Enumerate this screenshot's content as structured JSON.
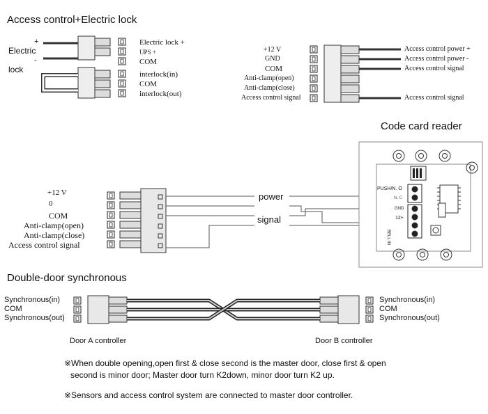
{
  "section1": {
    "title": "Access control+Electric lock",
    "electric_label": "Electric",
    "lock_label": "lock",
    "plus": "+",
    "minus": "-",
    "left_pins": [
      "Electric lock +",
      "UPS +",
      "COM",
      "interlock(in)",
      "COM",
      "interlock(out)"
    ],
    "right_left_pins": [
      "+12  V",
      "GND",
      "COM",
      "Anti-clamp(open)",
      "Anti-clamp(close)",
      "Access control signal"
    ],
    "right_wires": [
      "Access control power  +",
      "Access control power  -",
      "Access control signal",
      "Access control signal"
    ]
  },
  "section2": {
    "title": "Code card reader",
    "pins": [
      "+12  V",
      "0",
      "COM",
      "Anti-clamp(open)",
      "Anti-clamp(close)",
      "Access control signal"
    ],
    "power_label": "power",
    "signal_label": "signal",
    "reader_terms": [
      "PUSH/N. O",
      "N. C",
      "GND",
      "12+",
      "BELL IN"
    ]
  },
  "section3": {
    "title": "Double-door synchronous",
    "left_pins": [
      "Synchronous(in)",
      "COM",
      "Synchronous(out)"
    ],
    "right_pins": [
      "Synchronous(in)",
      "COM",
      "Synchronous(out)"
    ],
    "left_caption": "Door A controller",
    "right_caption": "Door B controller"
  },
  "notes": [
    "※When double opening,open first & close second is the master door, close first & open",
    "second is minor door; Master door turn K2down, minor door turn K2 up.",
    "※Sensors and access control system are connected to master door controller."
  ]
}
